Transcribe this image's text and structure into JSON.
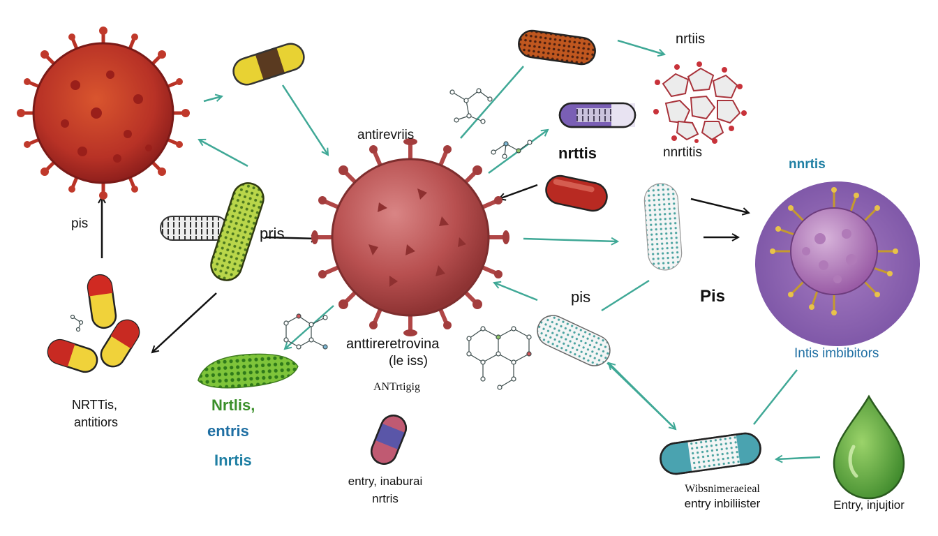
{
  "labels": {
    "antiretrovirals_top": "antirevriis",
    "antiretroviral_mid": "anttireretrovina",
    "le_iss": "(le iss)",
    "antrig": "ANTrtigig",
    "entry_inaburai": "entry, inaburai",
    "nrtris_bottom": "nrtris",
    "pis_left": "pis",
    "pris_left": "pris",
    "nrttis_left": "NRTTis,",
    "antitiors_left": "antitiors",
    "nrtlis_green": "Nrtlis,",
    "entris_blue": "entris",
    "inrtis_blue": "Inrtis",
    "nrtiis_top": "nrtiis",
    "nrttis_bold": "nrttis",
    "nnrtitis": "nnrtitis",
    "nnrtis_blue": "nnrtis",
    "pis_mid": "pis",
    "pis_right_bold": "Pis",
    "intis_imbibitors": "Intis imbibitors",
    "wibsnimeral": "Wibsnimeraeieal",
    "entry_inhibitor": "entry inbiliister",
    "entry_injujtior": "Entry, injujtior"
  },
  "colors": {
    "arrow_teal": "#3fa896",
    "arrow_black": "#111111",
    "label_green": "#3a8f2a",
    "label_blue": "#1f6fa3",
    "label_teal": "#1f7fa3",
    "virus_red": "#c0392b",
    "virus_purple": "#8a4f9e"
  },
  "icons": [
    "red-virus-icon",
    "central-virus-icon",
    "purple-virus-icon",
    "capsule-icon",
    "molecule-icon",
    "droplet-icon"
  ]
}
